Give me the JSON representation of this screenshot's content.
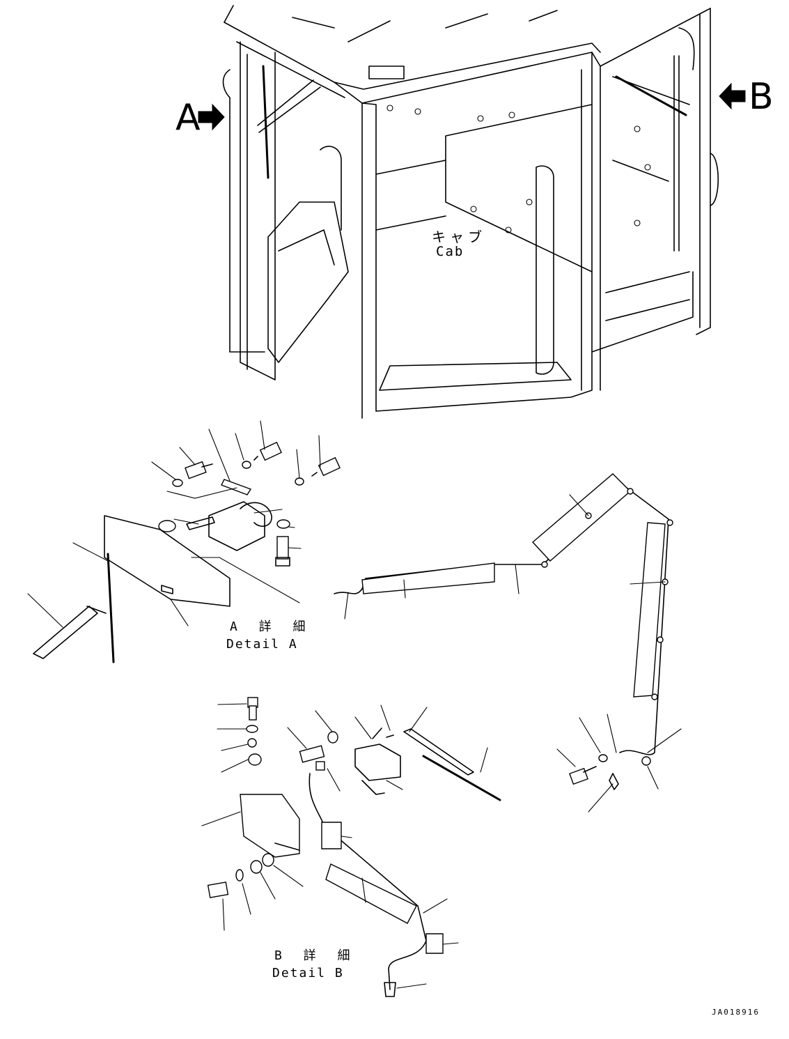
{
  "views": {
    "a": "A",
    "b": "B"
  },
  "cab": {
    "jp": "キャブ",
    "en": "Cab"
  },
  "detail_a": {
    "jp": "A 詳 細",
    "en": "Detail A"
  },
  "detail_b": {
    "jp": "B 詳 細",
    "en": "Detail B"
  },
  "ref_code": "JA018916"
}
